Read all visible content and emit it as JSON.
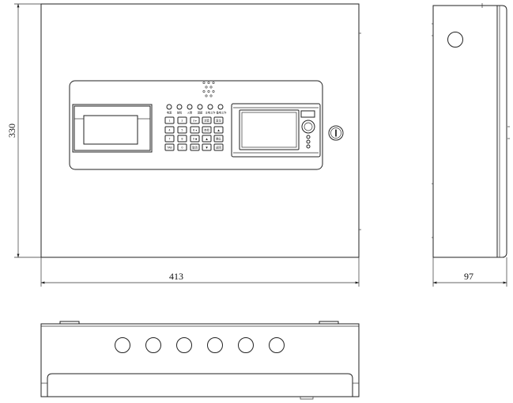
{
  "dimensions": {
    "height_label": "330",
    "width_label": "413",
    "depth_label": "97"
  },
  "front_panel": {
    "indicator_labels": [
      "电源",
      "故障",
      "火警",
      "屏蔽",
      "主电工作",
      "备电工作"
    ],
    "keypad": {
      "keys": [
        [
          "1",
          "2",
          "3 ▸",
          "消音",
          "复位"
        ],
        [
          "4",
          "5",
          "6 ◂",
          "自检",
          "▲"
        ],
        [
          "7",
          "8",
          "9 ▪",
          "▲",
          "确认"
        ],
        [
          "TAB",
          "0",
          "取消",
          "▼",
          "返回"
        ]
      ]
    }
  },
  "bottom_view": {
    "knockout_count": 6
  }
}
